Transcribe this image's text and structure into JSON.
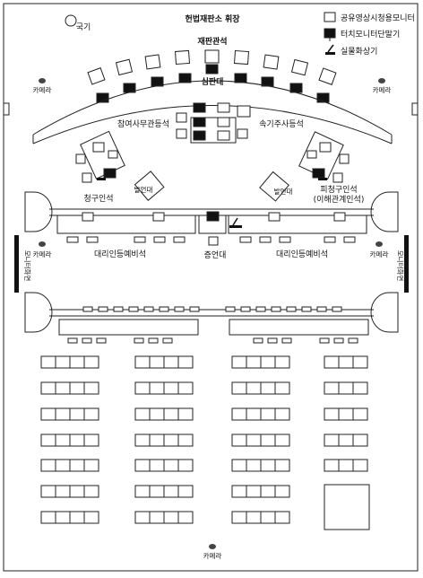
{
  "title": "헌법재판소 휘장",
  "flag": "국기",
  "legend": {
    "shared_monitor": "공유영상시청용모니터",
    "touch_terminal": "터치모니터단말기",
    "presenter": "실물화상기"
  },
  "areas": {
    "justices_seats": "재판관석",
    "bench": "심판대",
    "case_officer": "참여사무관등석",
    "stenographer": "속기주사등석",
    "claimant": "청구인석",
    "respondent_line1": "피청구인석",
    "respondent_line2": "(이해관계인석)",
    "podium": "발언대",
    "witness": "증언대",
    "agent_waiting": "대리인등예비석",
    "camera": "카메라",
    "display_board": "모니터화면"
  }
}
